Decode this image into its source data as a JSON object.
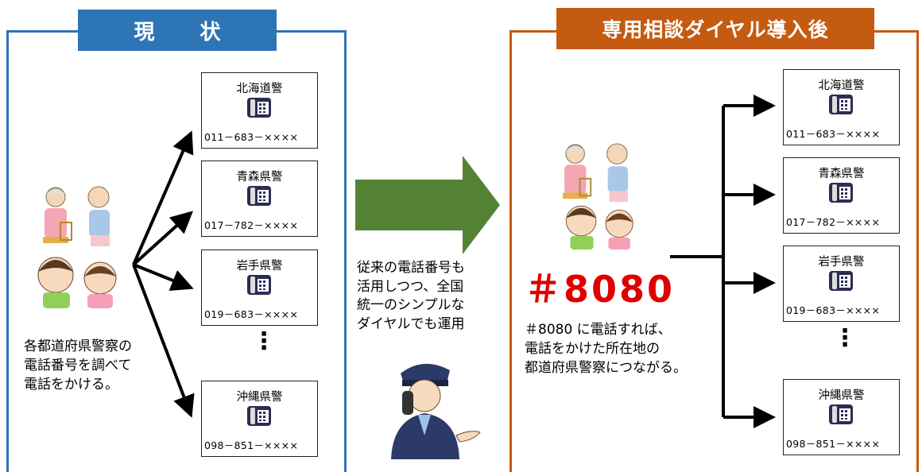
{
  "colors": {
    "before_accent": "#2e75b6",
    "after_accent": "#c55a11",
    "hash_red": "#e00000",
    "big_arrow": "#548235"
  },
  "before": {
    "title": "現 状",
    "caption": [
      "各都道府県警察の",
      "電話番号を調べて",
      "電話をかける。"
    ],
    "cards": [
      {
        "name": "北海道警",
        "number": "011－683－××××"
      },
      {
        "name": "青森県警",
        "number": "017－782－××××"
      },
      {
        "name": "岩手県警",
        "number": "019－683－××××"
      },
      {
        "name": "沖縄県警",
        "number": "098－851－××××"
      }
    ],
    "ellipsis": "⋮"
  },
  "middle": {
    "caption": [
      "従来の電話番号も",
      "活用しつつ、全国",
      "統一のシンプルな",
      "ダイヤルでも運用"
    ]
  },
  "after": {
    "title": "専用相談ダイヤル導入後",
    "hash": "＃8080",
    "caption": [
      "＃8080 に電話すれば、",
      "電話をかけた所在地の",
      "都道府県警察につながる。"
    ],
    "cards": [
      {
        "name": "北海道警",
        "number": "011－683－××××"
      },
      {
        "name": "青森県警",
        "number": "017－782－××××"
      },
      {
        "name": "岩手県警",
        "number": "019－683－××××"
      },
      {
        "name": "沖縄県警",
        "number": "098－851－××××"
      }
    ],
    "ellipsis": "⋮"
  },
  "icons": [
    "telephone-icon",
    "elderly-couple-icon",
    "children-icon",
    "police-officer-icon"
  ]
}
